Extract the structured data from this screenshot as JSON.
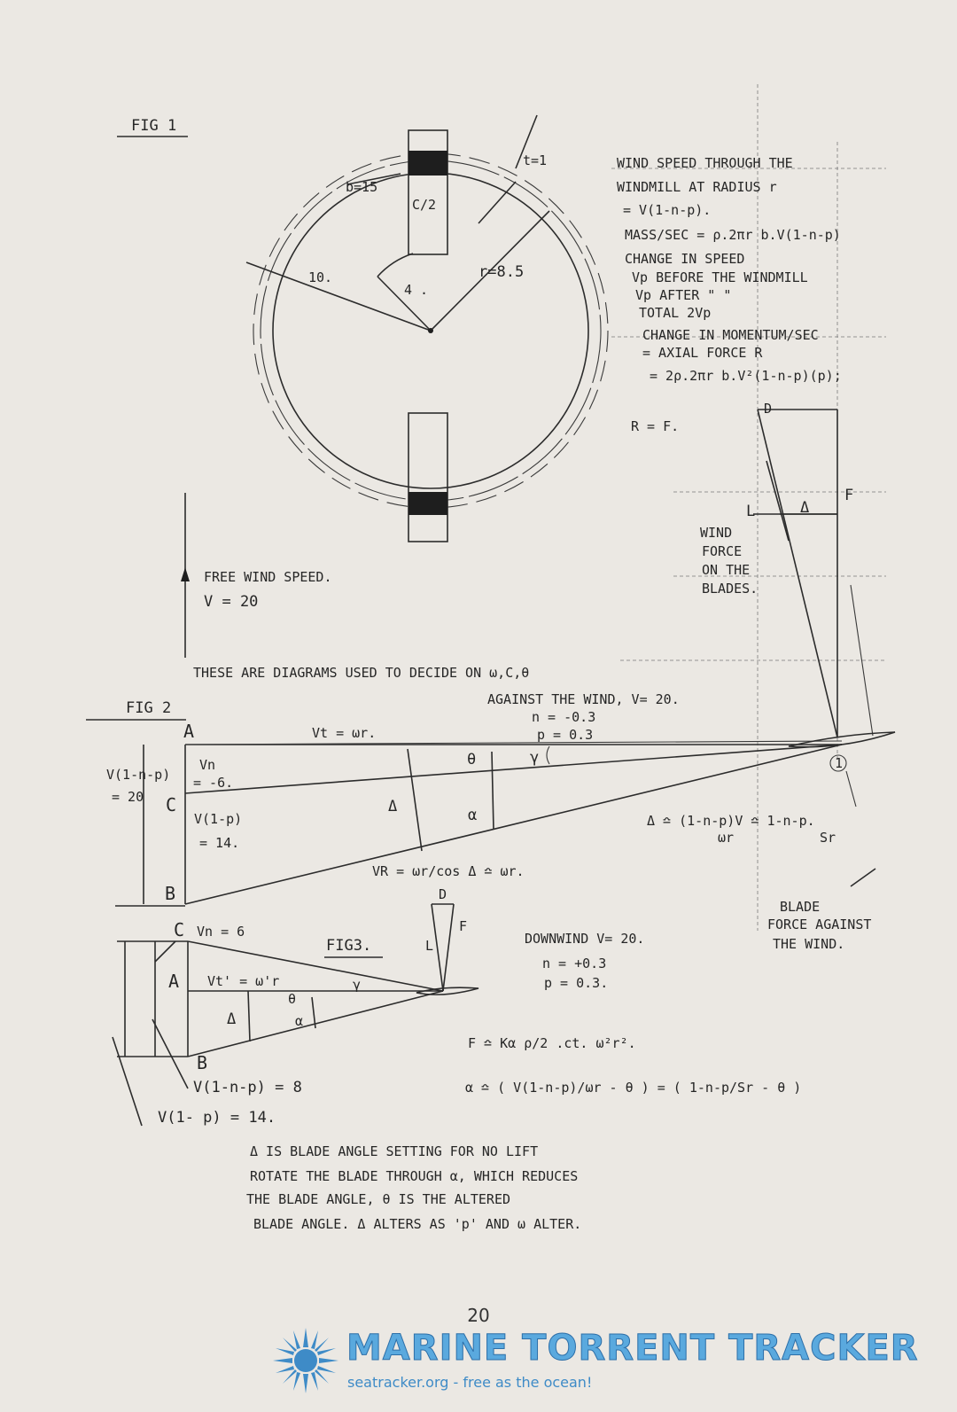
{
  "fig1": {
    "title": "FIG 1",
    "lbl_b15": "b=15",
    "lbl_c2": "C/2",
    "lbl_t1": "t=1",
    "lbl_r10": "10.",
    "lbl_r4": "4 .",
    "lbl_r85": "r=8.5",
    "notes": [
      "WIND SPEED THROUGH THE",
      "WINDMILL AT RADIUS r",
      "= V(1-n-p).",
      "MASS/SEC = ρ.2πr b.V(1-n-p)",
      "CHANGE IN SPEED",
      "Vp BEFORE THE WINDMILL",
      "Vp AFTER        \"        \"",
      "TOTAL 2Vp",
      "CHANGE IN MOMENTUM/SEC",
      "= AXIAL FORCE R",
      "= 2ρ.2πr b.V²(1-n-p)(p);",
      "R = F."
    ],
    "lbl_D": "D",
    "lbl_L": "L",
    "lbl_delta": "Δ",
    "lbl_F": "F",
    "wind_force": [
      "WIND",
      "FORCE",
      "ON THE",
      "BLADES."
    ]
  },
  "free_wind": {
    "label": "FREE WIND SPEED.",
    "value": "V = 20"
  },
  "caption": "THESE ARE DIAGRAMS USED TO DECIDE ON ω,C,θ",
  "fig2": {
    "title": "FIG 2",
    "heading": "AGAINST THE WIND, V= 20.",
    "n": "n = -0.3",
    "p": "p = 0.3",
    "A": "A",
    "B": "B",
    "C": "C",
    "Vt": "Vt = ωr.",
    "theta": "θ",
    "gamma": "γ",
    "alpha": "α",
    "delta": "Δ",
    "v1np": "V(1-n-p)",
    "eq20": "= 20",
    "vn_top": "Vn",
    "vn_val": "= -6.",
    "v1p": "V(1-p)",
    "v1p_val": "= 14.",
    "vr": "VR = ωr/cos Δ ≏ ωr.",
    "approx": "Δ ≏ (1-n-p)V ≏ 1-n-p.",
    "den1": "ωr",
    "den2": "Sr",
    "circle": "1",
    "blade_force": [
      "BLADE",
      "FORCE AGAINST",
      "THE WIND."
    ]
  },
  "fig3": {
    "title": "FIG3.",
    "heading": "DOWNWIND     V= 20.",
    "n": "n = +0.3",
    "p": "p =  0.3.",
    "C": "C",
    "vn": "Vn = 6",
    "A": "A",
    "B": "B",
    "vt": "Vt' = ω'r",
    "theta": "θ",
    "gamma": "γ",
    "alpha": "α",
    "delta": "Δ",
    "v1np": "V(1-n-p) = 8",
    "v1p": "V(1- p) = 14.",
    "D": "D",
    "L": "L",
    "F": "F",
    "formula_f": "F ≏ Kα ρ/2 .ct. ω²r².",
    "formula_a": "α ≏ ( V(1-n-p)/ωr - θ ) = ( 1-n-p/Sr - θ )"
  },
  "notes": [
    "Δ IS BLADE ANGLE SETTING FOR NO LIFT",
    "ROTATE THE BLADE THROUGH α, WHICH REDUCES",
    "THE BLADE ANGLE, θ IS THE ALTERED",
    "BLADE ANGLE.   Δ ALTERS AS 'p' AND ω ALTER."
  ],
  "page_number": "20",
  "brand": {
    "name": "MARINE TORRENT TRACKER",
    "url": "seatracker.org - free as the ocean!"
  },
  "colors": {
    "paper": "#ebe8e3",
    "ink": "#262626",
    "brand": "#5aa9de"
  }
}
